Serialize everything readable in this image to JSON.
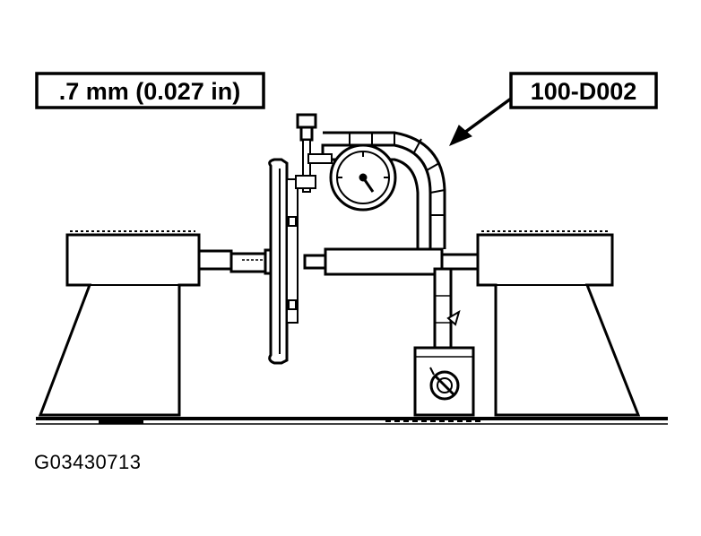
{
  "diagram": {
    "callouts": {
      "measurement_label": ".7 mm (0.027 in)",
      "tool_label": "100-D002"
    },
    "figure_id": "G03430713"
  },
  "colors": {
    "line": "#000000",
    "background": "#ffffff"
  },
  "icons": [
    "dial-indicator-icon",
    "magnetic-base-icon",
    "callout-arrow-icon"
  ]
}
